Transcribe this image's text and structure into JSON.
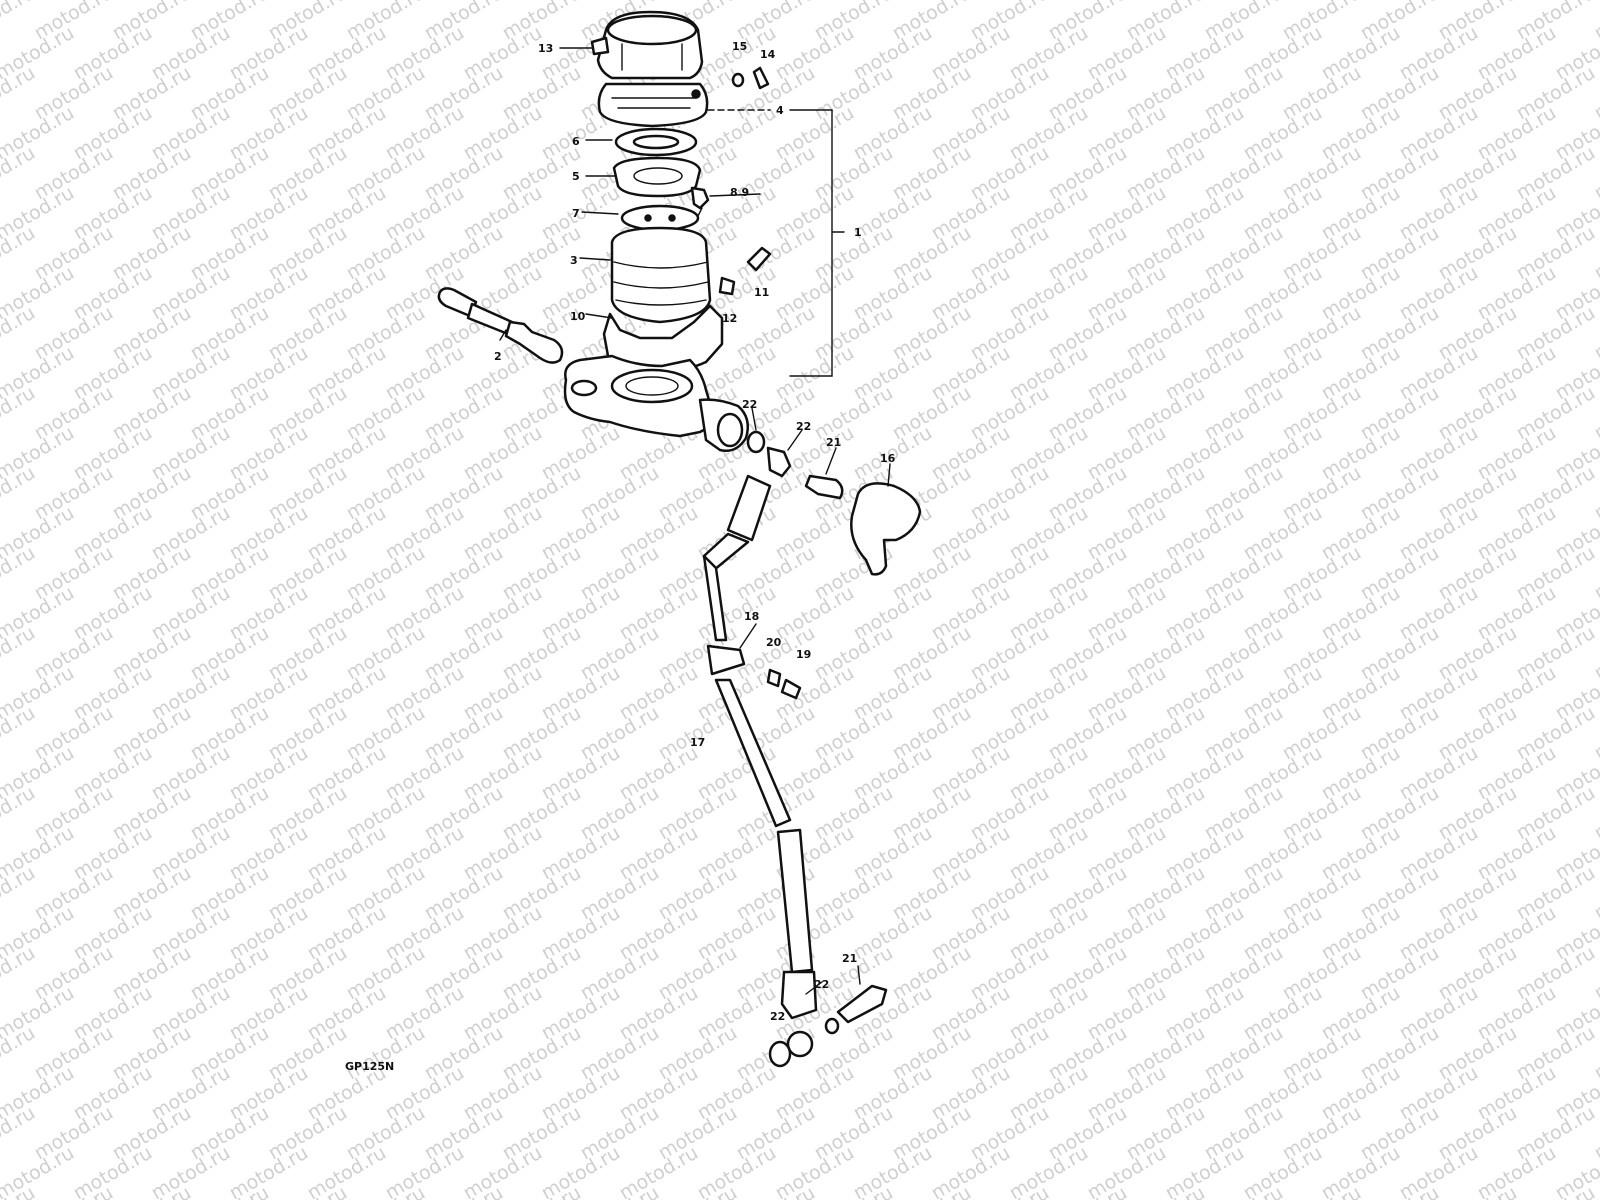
{
  "watermark": {
    "text": "motod.ru"
  },
  "diagram_code": "GP125N",
  "labels": [
    {
      "id": "13",
      "text": "13"
    },
    {
      "id": "15",
      "text": "15"
    },
    {
      "id": "14",
      "text": "14"
    },
    {
      "id": "4",
      "text": "4"
    },
    {
      "id": "6",
      "text": "6"
    },
    {
      "id": "5",
      "text": "5"
    },
    {
      "id": "8-9",
      "text": "8 9"
    },
    {
      "id": "7",
      "text": "7"
    },
    {
      "id": "1",
      "text": "1"
    },
    {
      "id": "3",
      "text": "3"
    },
    {
      "id": "11",
      "text": "11"
    },
    {
      "id": "12",
      "text": "12"
    },
    {
      "id": "10",
      "text": "10"
    },
    {
      "id": "2",
      "text": "2"
    },
    {
      "id": "22a",
      "text": "22"
    },
    {
      "id": "22b",
      "text": "22"
    },
    {
      "id": "21a",
      "text": "21"
    },
    {
      "id": "16",
      "text": "16"
    },
    {
      "id": "18",
      "text": "18"
    },
    {
      "id": "20",
      "text": "20"
    },
    {
      "id": "19",
      "text": "19"
    },
    {
      "id": "17",
      "text": "17"
    },
    {
      "id": "21b",
      "text": "21"
    },
    {
      "id": "22c",
      "text": "22"
    },
    {
      "id": "22d",
      "text": "22"
    }
  ]
}
